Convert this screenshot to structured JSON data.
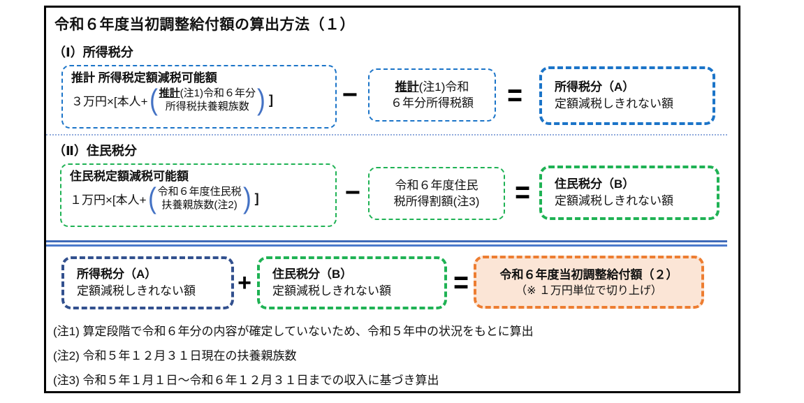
{
  "title": "令和６年度当初調整給付額の算出方法（１）",
  "colors": {
    "income_blue": "#1b74c8",
    "resident_green": "#1fb254",
    "total_navy": "#32508e",
    "result_orange_border": "#ed7d31",
    "result_orange_fill": "#fbe5d6",
    "divider_blue": "#3f6ab8",
    "dotted_divider_blue": "#8faadc",
    "paren_blue": "#4472c4"
  },
  "income_section": {
    "heading": "（Ⅰ）所得税分",
    "possible_box": {
      "title": "推計 所得税定額減税可能額",
      "prefix": "３万円×[本人+",
      "paren_open": "(",
      "paren_bold": "推計",
      "paren_rest": "(注1)令和６年分",
      "paren_line2": "所得税扶養親族数",
      "paren_close": ")",
      "suffix": "]"
    },
    "minus": "−",
    "tax_box": {
      "line1_bold": "推計",
      "line1_rest": "(注1)令和",
      "line2": "６年分所得税額"
    },
    "equals": "=",
    "result_box": {
      "title": "所得税分（A）",
      "subtitle": "定額減税しきれない額"
    }
  },
  "resident_section": {
    "heading": "（Ⅱ）住民税分",
    "possible_box": {
      "title": "住民税定額減税可能額",
      "prefix": "１万円×[本人+",
      "paren_open": "(",
      "paren_line1": "令和６年度住民税",
      "paren_line2": "扶養親族数(注2)",
      "paren_close": ")",
      "suffix": "]"
    },
    "minus": "−",
    "tax_box": {
      "line1": "令和６年度住民",
      "line2": "税所得割額(注3)"
    },
    "equals": "=",
    "result_box": {
      "title": "住民税分（B）",
      "subtitle": "定額減税しきれない額"
    }
  },
  "total_section": {
    "box_a": {
      "title": "所得税分（A）",
      "subtitle": "定額減税しきれない額"
    },
    "plus": "+",
    "box_b": {
      "title": "住民税分（B）",
      "subtitle": "定額減税しきれない額"
    },
    "equals": "=",
    "result_box": {
      "title": "令和６年度当初調整給付額（２）",
      "subtitle": "（※ １万円単位で切り上げ）"
    }
  },
  "notes": {
    "note1": "(注1) 算定段階で令和６年分の内容が確定していないため、令和５年中の状況をもとに算出",
    "note2": "(注2) 令和５年１２月３１日現在の扶養親族数",
    "note3": "(注3) 令和５年１月１日～令和６年１２月３１日までの収入に基づき算出"
  }
}
